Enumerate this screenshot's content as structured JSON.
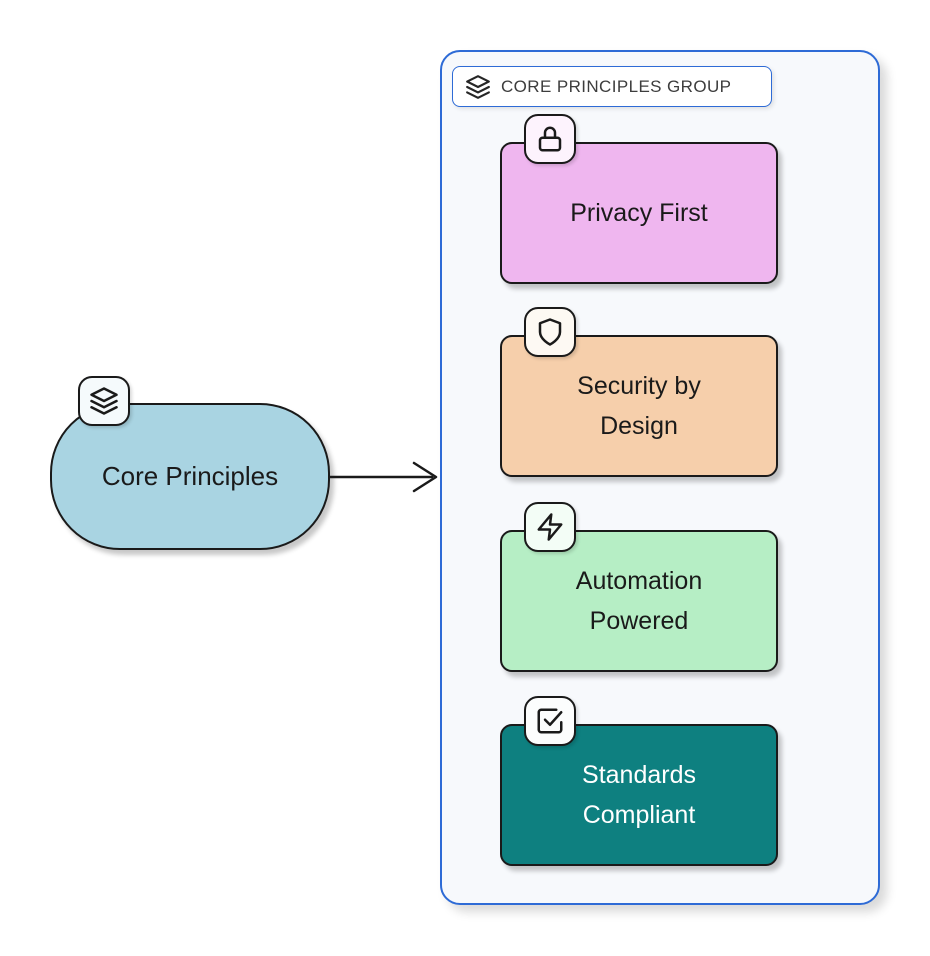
{
  "diagram": {
    "node": {
      "label": "Core Principles",
      "icon": "layers-icon"
    },
    "edge": {
      "from": "Core Principles",
      "to": "CORE PRINCIPLES GROUP",
      "style": "open-arrowhead"
    },
    "group": {
      "label": "CORE PRINCIPLES GROUP",
      "icon": "layers-icon",
      "children": [
        {
          "label": "Privacy First",
          "lines": [
            "Privacy First"
          ],
          "icon": "lock-icon",
          "fill": "#efb6ef"
        },
        {
          "label": "Security by Design",
          "lines": [
            "Security by",
            "Design"
          ],
          "icon": "shield-icon",
          "fill": "#f6cfab"
        },
        {
          "label": "Automation Powered",
          "lines": [
            "Automation",
            "Powered"
          ],
          "icon": "lightning-icon",
          "fill": "#b6eec5"
        },
        {
          "label": "Standards Compliant",
          "lines": [
            "Standards",
            "Compliant"
          ],
          "icon": "check-square-icon",
          "fill": "#0e8080"
        }
      ]
    }
  },
  "colors": {
    "canvas-bg": "#ffffff",
    "ink": "#1a1a1a",
    "node-fill": "#a9d4e2",
    "group-bg": "#f7f9fc",
    "group-border": "#2e6bd6",
    "group-label-text": "#3d3d3d",
    "privacy-fill": "#efb6ef",
    "security-fill": "#f6cfab",
    "automation-fill": "#b6eec5",
    "standards-fill": "#0e8080",
    "standards-text": "#ffffff"
  }
}
